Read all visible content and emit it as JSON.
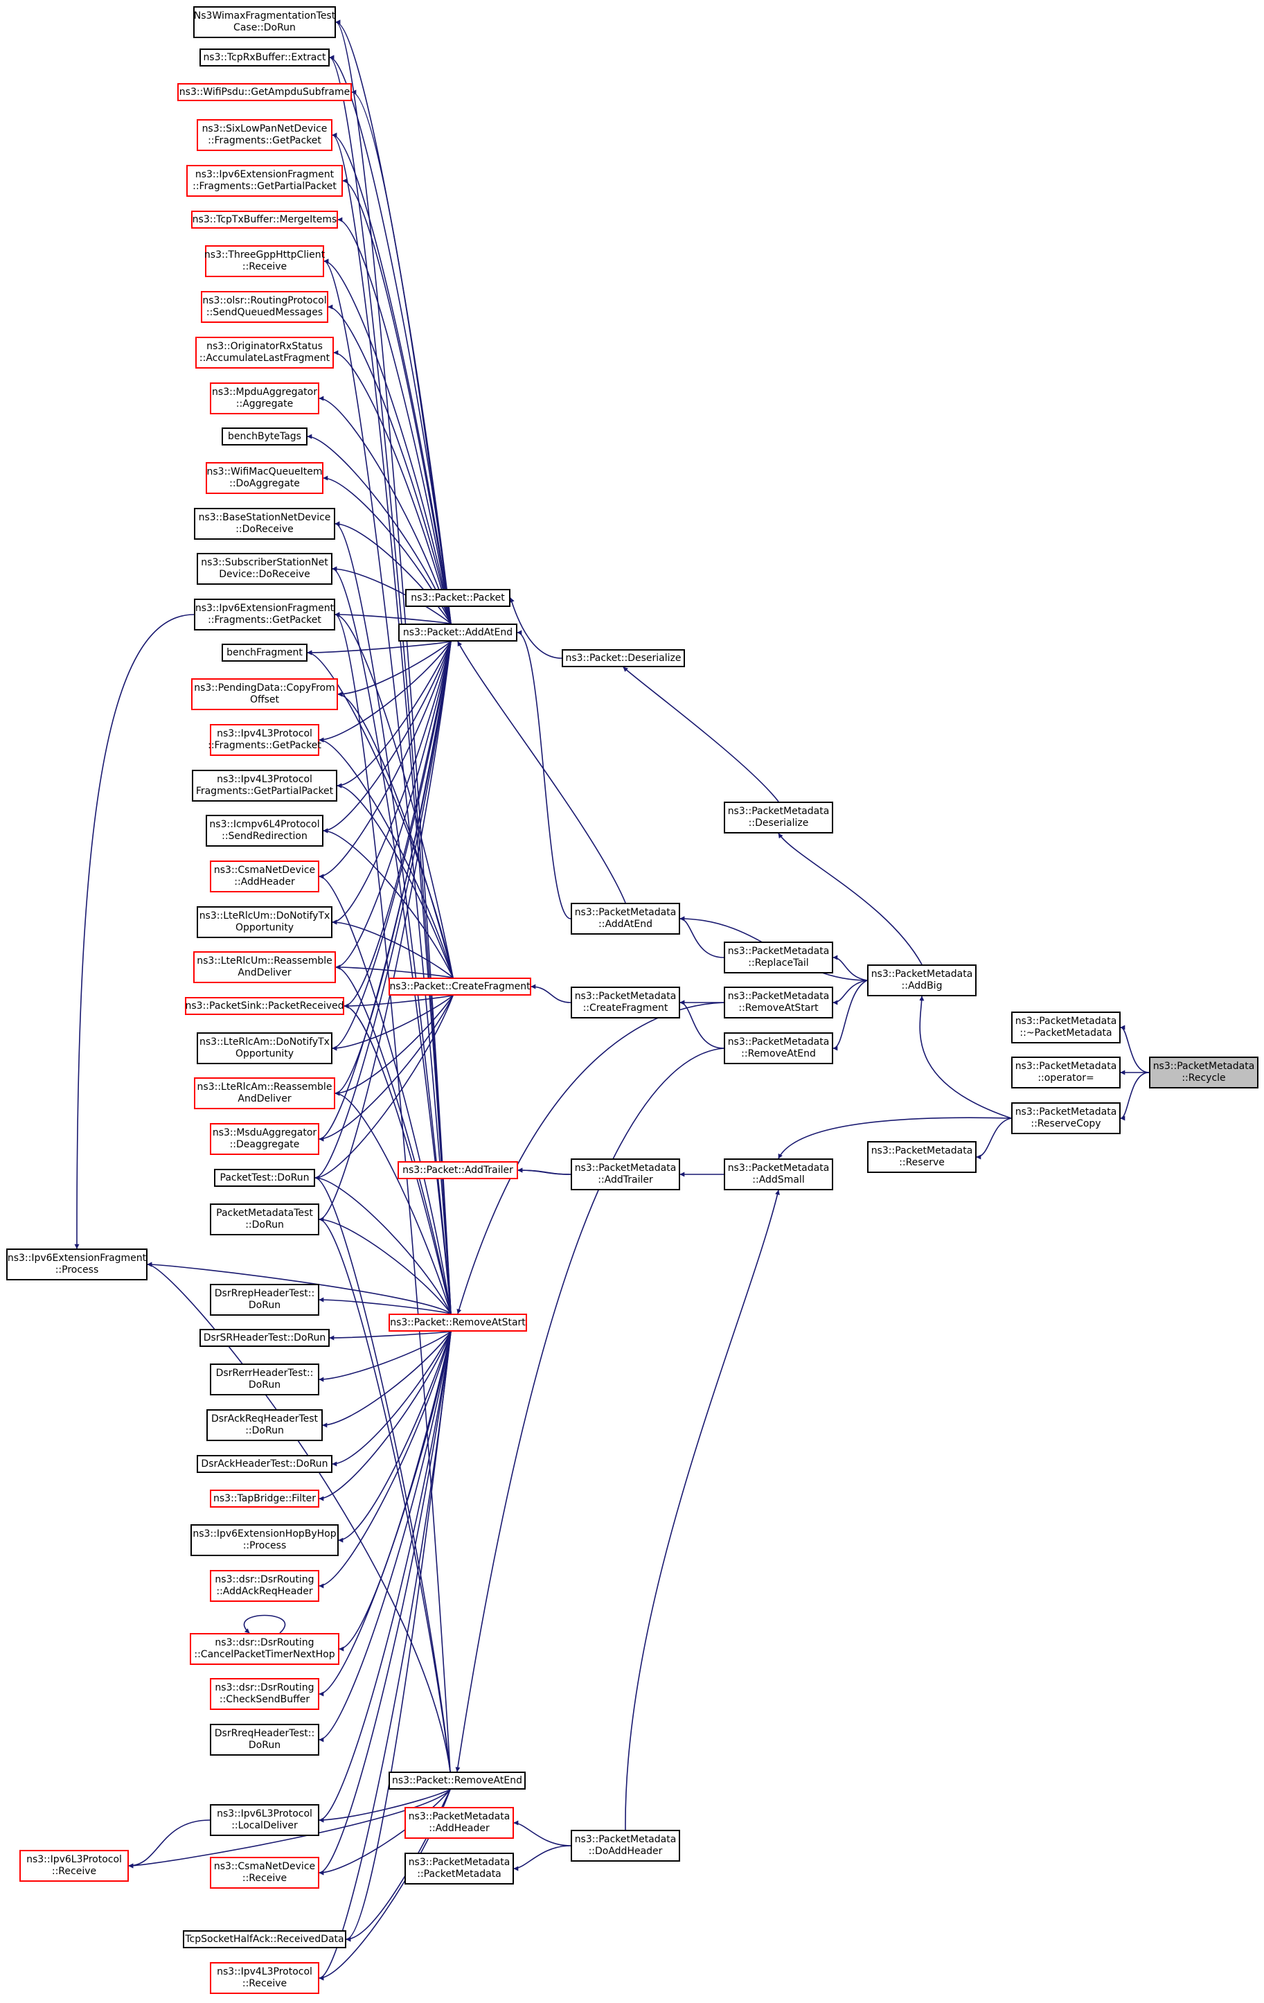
{
  "colors": {
    "edge": "#191970",
    "node_border": "#000000",
    "node_border_incomplete": "#ff0000",
    "current_fill": "#bfbfbf",
    "background": "#ffffff"
  },
  "nodes": {
    "n_wimax": {
      "l1": "Ns3WimaxFragmentationTest",
      "l2": "Case::DoRun"
    },
    "n_tcprx": {
      "l1": "ns3::TcpRxBuffer::Extract"
    },
    "n_wifipsdu": {
      "l1": "ns3::WifiPsdu::GetAmpduSubframe"
    },
    "n_sixlow": {
      "l1": "ns3::SixLowPanNetDevice",
      "l2": "::Fragments::GetPacket"
    },
    "n_ipv6ef_gpp": {
      "l1": "ns3::Ipv6ExtensionFragment",
      "l2": "::Fragments::GetPartialPacket"
    },
    "n_tcptx": {
      "l1": "ns3::TcpTxBuffer::MergeItems"
    },
    "n_threegpp": {
      "l1": "ns3::ThreeGppHttpClient",
      "l2": "::Receive"
    },
    "n_olsr": {
      "l1": "ns3::olsr::RoutingProtocol",
      "l2": "::SendQueuedMessages"
    },
    "n_origrx": {
      "l1": "ns3::OriginatorRxStatus",
      "l2": "::AccumulateLastFragment"
    },
    "n_mpdu": {
      "l1": "ns3::MpduAggregator",
      "l2": "::Aggregate"
    },
    "n_benchbt": {
      "l1": "benchByteTags"
    },
    "n_wifimq": {
      "l1": "ns3::WifiMacQueueItem",
      "l2": "::DoAggregate"
    },
    "n_bsnd": {
      "l1": "ns3::BaseStationNetDevice",
      "l2": "::DoReceive"
    },
    "n_ssnd": {
      "l1": "ns3::SubscriberStationNet",
      "l2": "Device::DoReceive"
    },
    "n_ipv6ef_gp": {
      "l1": "ns3::Ipv6ExtensionFragment",
      "l2": "::Fragments::GetPacket"
    },
    "n_benchfrag": {
      "l1": "benchFragment"
    },
    "n_pending": {
      "l1": "ns3::PendingData::CopyFrom",
      "l2": "Offset"
    },
    "n_ipv4frag_gp": {
      "l1": "ns3::Ipv4L3Protocol",
      "l2": "::Fragments::GetPacket"
    },
    "n_ipv4frag_gpp": {
      "l1": "ns3::Ipv4L3Protocol",
      "l2": "Fragments::GetPartialPacket"
    },
    "n_icmpv6": {
      "l1": "ns3::Icmpv6L4Protocol",
      "l2": "::SendRedirection"
    },
    "n_csma_ah": {
      "l1": "ns3::CsmaNetDevice",
      "l2": "::AddHeader"
    },
    "n_lterlcum_tx": {
      "l1": "ns3::LteRlcUm::DoNotifyTx",
      "l2": "Opportunity"
    },
    "n_lterlcum_re": {
      "l1": "ns3::LteRlcUm::Reassemble",
      "l2": "AndDeliver"
    },
    "n_pktsink": {
      "l1": "ns3::PacketSink::PacketReceived"
    },
    "n_lterlcam_tx": {
      "l1": "ns3::LteRlcAm::DoNotifyTx",
      "l2": "Opportunity"
    },
    "n_lterlcam_re": {
      "l1": "ns3::LteRlcAm::Reassemble",
      "l2": "AndDeliver"
    },
    "n_msdu": {
      "l1": "ns3::MsduAggregator",
      "l2": "::Deaggregate"
    },
    "n_pkttest": {
      "l1": "PacketTest::DoRun"
    },
    "n_pmtest": {
      "l1": "PacketMetadataTest",
      "l2": "::DoRun"
    },
    "n_ipv6ef_proc": {
      "l1": "ns3::Ipv6ExtensionFragment",
      "l2": "::Process"
    },
    "n_dsrrrep": {
      "l1": "DsrRrepHeaderTest::",
      "l2": "DoRun"
    },
    "n_dsrsr": {
      "l1": "DsrSRHeaderTest::DoRun"
    },
    "n_dsrrerr": {
      "l1": "DsrRerrHeaderTest::",
      "l2": "DoRun"
    },
    "n_dsrackreq": {
      "l1": "DsrAckReqHeaderTest",
      "l2": "::DoRun"
    },
    "n_dsrack": {
      "l1": "DsrAckHeaderTest::DoRun"
    },
    "n_tapbridge": {
      "l1": "ns3::TapBridge::Filter"
    },
    "n_ipv6hbh": {
      "l1": "ns3::Ipv6ExtensionHopByHop",
      "l2": "::Process"
    },
    "n_dsr_addack": {
      "l1": "ns3::dsr::DsrRouting",
      "l2": "::AddAckReqHeader"
    },
    "n_dsr_cancel": {
      "l1": "ns3::dsr::DsrRouting",
      "l2": "::CancelPacketTimerNextHop"
    },
    "n_dsr_check": {
      "l1": "ns3::dsr::DsrRouting",
      "l2": "::CheckSendBuffer"
    },
    "n_dsrrreq": {
      "l1": "DsrRreqHeaderTest::",
      "l2": "DoRun"
    },
    "n_ipv6l3_ld": {
      "l1": "ns3::Ipv6L3Protocol",
      "l2": "::LocalDeliver"
    },
    "n_ipv6l3_rx": {
      "l1": "ns3::Ipv6L3Protocol",
      "l2": "::Receive"
    },
    "n_csma_rx": {
      "l1": "ns3::CsmaNetDevice",
      "l2": "::Receive"
    },
    "n_tcphalf": {
      "l1": "TcpSocketHalfAck::ReceivedData"
    },
    "n_ipv4l3_rx": {
      "l1": "ns3::Ipv4L3Protocol",
      "l2": "::Receive"
    },
    "p_packet": {
      "l1": "ns3::Packet::Packet"
    },
    "p_addatend": {
      "l1": "ns3::Packet::AddAtEnd"
    },
    "p_createfrag": {
      "l1": "ns3::Packet::CreateFragment"
    },
    "p_addtrailer": {
      "l1": "ns3::Packet::AddTrailer"
    },
    "p_removeatstart": {
      "l1": "ns3::Packet::RemoveAtStart"
    },
    "p_removeatend": {
      "l1": "ns3::Packet::RemoveAtEnd"
    },
    "p_deserialize": {
      "l1": "ns3::Packet::Deserialize"
    },
    "pm_addheader": {
      "l1": "ns3::PacketMetadata",
      "l2": "::AddHeader"
    },
    "pm_ctor": {
      "l1": "ns3::PacketMetadata",
      "l2": "::PacketMetadata"
    },
    "pm_addatend": {
      "l1": "ns3::PacketMetadata",
      "l2": "::AddAtEnd"
    },
    "pm_createfrag": {
      "l1": "ns3::PacketMetadata",
      "l2": "::CreateFragment"
    },
    "pm_addtrailer": {
      "l1": "ns3::PacketMetadata",
      "l2": "::AddTrailer"
    },
    "pm_doaddheader": {
      "l1": "ns3::PacketMetadata",
      "l2": "::DoAddHeader"
    },
    "pm_deserialize": {
      "l1": "ns3::PacketMetadata",
      "l2": "::Deserialize"
    },
    "pm_replacetail": {
      "l1": "ns3::PacketMetadata",
      "l2": "::ReplaceTail"
    },
    "pm_removeatstart": {
      "l1": "ns3::PacketMetadata",
      "l2": "::RemoveAtStart"
    },
    "pm_removeatend": {
      "l1": "ns3::PacketMetadata",
      "l2": "::RemoveAtEnd"
    },
    "pm_addsmall": {
      "l1": "ns3::PacketMetadata",
      "l2": "::AddSmall"
    },
    "pm_addbig": {
      "l1": "ns3::PacketMetadata",
      "l2": "::AddBig"
    },
    "pm_reserve": {
      "l1": "ns3::PacketMetadata",
      "l2": "::Reserve"
    },
    "pm_dtor": {
      "l1": "ns3::PacketMetadata",
      "l2": "::~PacketMetadata"
    },
    "pm_operator": {
      "l1": "ns3::PacketMetadata",
      "l2": "::operator="
    },
    "pm_reservecopy": {
      "l1": "ns3::PacketMetadata",
      "l2": "::ReserveCopy"
    },
    "pm_recycle": {
      "l1": "ns3::PacketMetadata",
      "l2": "::Recycle"
    }
  }
}
